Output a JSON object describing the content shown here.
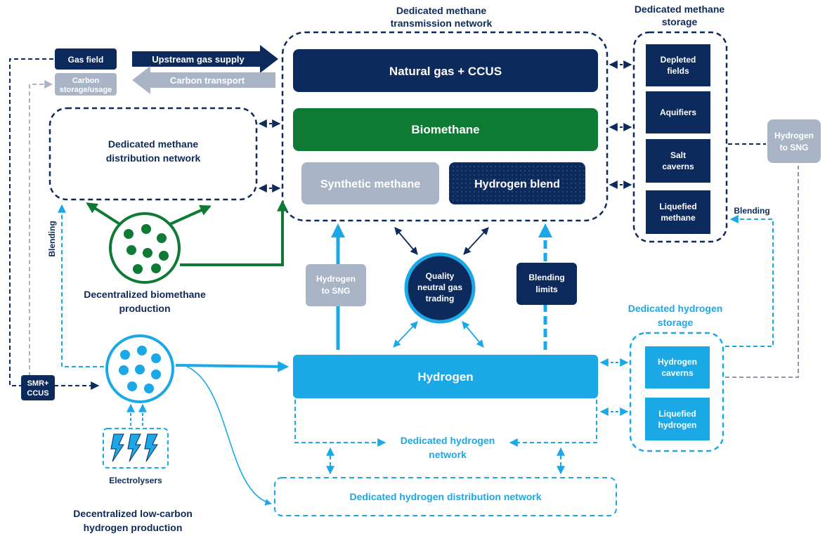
{
  "colors": {
    "navy": "#0d2a5c",
    "green": "#0f7a34",
    "light_blue": "#1aa9e6",
    "grey": "#a9b4c6",
    "dark_navy": "#0a2350"
  },
  "top": {
    "transmission_title_1": "Dedicated methane",
    "transmission_title_2": "transmission network",
    "storage_title_1": "Dedicated methane",
    "storage_title_2": "storage"
  },
  "left": {
    "gas_field": "Gas field",
    "carbon_storage_1": "Carbon",
    "carbon_storage_2": "storage/usage",
    "upstream_supply": "Upstream gas supply",
    "carbon_transport": "Carbon transport",
    "distribution_1": "Dedicated methane",
    "distribution_2": "distribution network",
    "blending_left": "Blending",
    "biomethane_prod_1": "Decentralized biomethane",
    "biomethane_prod_2": "production",
    "smr_1": "SMR+",
    "smr_2": "CCUS",
    "electrolysers": "Electrolysers",
    "h2_prod_1": "Decentralized low-carbon",
    "h2_prod_2": "hydrogen production"
  },
  "methane_network": {
    "natural_gas": "Natural gas + CCUS",
    "biomethane": "Biomethane",
    "synthetic": "Synthetic methane",
    "hydrogen_blend": "Hydrogen blend"
  },
  "methane_storage": {
    "depleted_1": "Depleted",
    "depleted_2": "fields",
    "aquifiers": "Aquifiers",
    "salt_1": "Salt",
    "salt_2": "caverns",
    "liquefied_1": "Liquefied",
    "liquefied_2": "methane"
  },
  "right": {
    "h2_to_sng_1": "Hydrogen",
    "h2_to_sng_2": "to SNG",
    "blending_right": "Blending",
    "h2_storage_title_1": "Dedicated hydrogen",
    "h2_storage_title_2": "storage",
    "h2_caverns_1": "Hydrogen",
    "h2_caverns_2": "caverns",
    "liq_h2_1": "Liquefied",
    "liq_h2_2": "hydrogen"
  },
  "middle": {
    "h2_to_sng_1": "Hydrogen",
    "h2_to_sng_2": "to SNG",
    "quality_1": "Quality",
    "quality_2": "neutral gas",
    "quality_3": "trading",
    "blending_limits_1": "Blending",
    "blending_limits_2": "limits"
  },
  "hydrogen": {
    "hydrogen": "Hydrogen",
    "h2_network_1": "Dedicated hydrogen",
    "h2_network_2": "network",
    "h2_distribution": "Dedicated hydrogen distribution network"
  }
}
